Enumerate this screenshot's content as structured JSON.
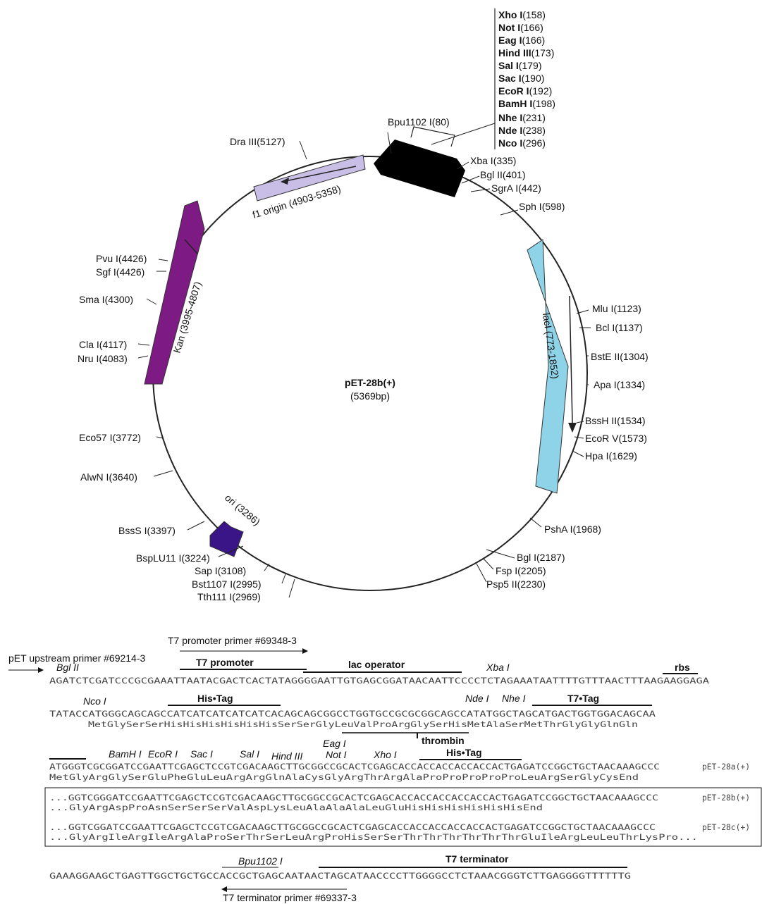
{
  "plasmid": {
    "name": "pET-28b(+)",
    "size": "(5369bp)",
    "features": {
      "f1": "f1 origin (4903-5358)",
      "kan": "Kan (3995-4807)",
      "laci": "lacI (773-1852)",
      "ori": "ori (3286)"
    },
    "mcs_list": [
      {
        "name": "Xho I",
        "pos": "(158)"
      },
      {
        "name": "Not I",
        "pos": "(166)"
      },
      {
        "name": "Eag I",
        "pos": "(166)"
      },
      {
        "name": "Hind III",
        "pos": "(173)"
      },
      {
        "name": "Sal I",
        "pos": "(179)"
      },
      {
        "name": "Sac I",
        "pos": "(190)"
      },
      {
        "name": "EcoR I",
        "pos": "(192)"
      },
      {
        "name": "BamH I",
        "pos": "(198)"
      },
      {
        "name": "Nhe I",
        "pos": "(231)"
      },
      {
        "name": "Nde I",
        "pos": "(238)"
      },
      {
        "name": "Nco I",
        "pos": "(296)"
      }
    ],
    "sites": [
      {
        "name": "Bpu1102 I",
        "pos": "(80)"
      },
      {
        "name": "Xba I",
        "pos": "(335)"
      },
      {
        "name": "Bgl II",
        "pos": "(401)"
      },
      {
        "name": "SgrA I",
        "pos": "(442)"
      },
      {
        "name": "Sph I",
        "pos": "(598)"
      },
      {
        "name": "Mlu I",
        "pos": "(1123)"
      },
      {
        "name": "Bcl I",
        "pos": "(1137)"
      },
      {
        "name": "BstE II",
        "pos": "(1304)"
      },
      {
        "name": "Apa I",
        "pos": "(1334)"
      },
      {
        "name": "BssH II",
        "pos": "(1534)"
      },
      {
        "name": "EcoR V",
        "pos": "(1573)"
      },
      {
        "name": "Hpa I",
        "pos": "(1629)"
      },
      {
        "name": "PshA I",
        "pos": "(1968)"
      },
      {
        "name": "Bgl I",
        "pos": "(2187)"
      },
      {
        "name": "Fsp I",
        "pos": "(2205)"
      },
      {
        "name": "Psp5 II",
        "pos": "(2230)"
      },
      {
        "name": "Tth111 I",
        "pos": "(2969)"
      },
      {
        "name": "Bst1107 I",
        "pos": "(2995)"
      },
      {
        "name": "Sap I",
        "pos": "(3108)"
      },
      {
        "name": "BspLU11 I",
        "pos": "(3224)"
      },
      {
        "name": "BssS I",
        "pos": "(3397)"
      },
      {
        "name": "AlwN I",
        "pos": "(3640)"
      },
      {
        "name": "Eco57 I",
        "pos": "(3772)"
      },
      {
        "name": "Nru I",
        "pos": "(4083)"
      },
      {
        "name": "Cla I",
        "pos": "(4117)"
      },
      {
        "name": "Sma I",
        "pos": "(4300)"
      },
      {
        "name": "Sgf I",
        "pos": "(4426)"
      },
      {
        "name": "Pvu I",
        "pos": "(4426)"
      },
      {
        "name": "Dra III",
        "pos": "(5127)"
      }
    ],
    "colors": {
      "f1": "#c9bfe6",
      "kan": "#7d1a84",
      "laci": "#8ed3e8",
      "ori": "#3a1587",
      "mcs": "#000000"
    }
  },
  "sequence": {
    "primers": {
      "t7_promoter_primer": "T7 promoter primer #69348-3",
      "upstream_primer": "pET upstream primer #69214-3",
      "t7_terminator_primer": "T7 terminator primer #69337-3"
    },
    "features": {
      "bgl2": "Bgl II",
      "t7_promoter": "T7 promoter",
      "lac_operator": "lac operator",
      "xba": "Xba I",
      "rbs": "rbs",
      "nco": "Nco I",
      "his_tag": "His•Tag",
      "nde": "Nde I",
      "nhe": "Nhe I",
      "t7_tag": "T7•Tag",
      "thrombin": "thrombin",
      "bamh": "BamH I",
      "ecor": "EcoR I",
      "sac": "Sac I",
      "sal": "Sal I",
      "hind": "Hind III",
      "eag": "Eag I",
      "not": "Not I",
      "xho": "Xho I",
      "his_tag2": "His•Tag",
      "bpu": "Bpu1102 I",
      "t7_terminator": "T7 terminator"
    },
    "lines": {
      "l1": "AGATCTCGATCCCGCGAAATTAATACGACTCACTATAGGGGAATTGTGAGCGGATAACAATTCCCCTCTAGAAATAATTTTGTTTAACTTTAAGAAGGAGA",
      "l2": "TATACCATGGGCAGCAGCCATCATCATCATCATCACAGCAGCGGCCTGGTGCCGCGCGGCAGCCATATGGCTAGCATGACTGGTGGACAGCAA",
      "l2p": "MetGlySerSerHisHisHisHisHisHisSerSerGlyLeuValProArgGlySerHisMetAlaSerMetThrGlyGlyGlnGln",
      "l3": "ATGGGTCGCGGATCCGAATTCGAGCTCCGTCGACAAGCTTGCGGCCGCACTCGAGCACCACCACCACCACCACTGAGATCCGGCTGCTAACAAAGCCC",
      "l3p": "MetGlyArgGlySerGluPheGluLeuArgArgGlnAlaCysGlyArgThrArgAlaProProProProProLeuArgSerGlyCysEnd",
      "l4": "...GGTCGGGATCCGAATTCGAGCTCCGTCGACAAGCTTGCGGCCGCACTCGAGCACCACCACCACCACCACTGAGATCCGGCTGCTAACAAAGCCC",
      "l4p": "...GlyArgAspProAsnSerSerSerValAspLysLeuAlaAlaAlaLeuGluHisHisHisHisHisHisEnd",
      "l5": "...GGTCGGATCCGAATTCGAGCTCCGTCGACAAGCTTGCGGCCGCACTCGAGCACCACCACCACCACCACTGAGATCCGGCTGCTAACAAAGCCC",
      "l5p": "...GlyArgIleArgIleArgAlaProSerThrSerLeuArgProHisSerSerThrThrThrThrThrThrGluIleArgLeuLeuThrLysPro...",
      "l6": "GAAAGGAAGCTGAGTTGGCTGCTGCCACCGCTGAGCAATAACTAGCATAACCCCTTGGGGCCTCTAAACGGGTCTTGAGGGGTTTTTTG"
    },
    "vectors": {
      "a": "pET-28a(+)",
      "b": "pET-28b(+)",
      "c": "pET-28c(+)"
    }
  }
}
